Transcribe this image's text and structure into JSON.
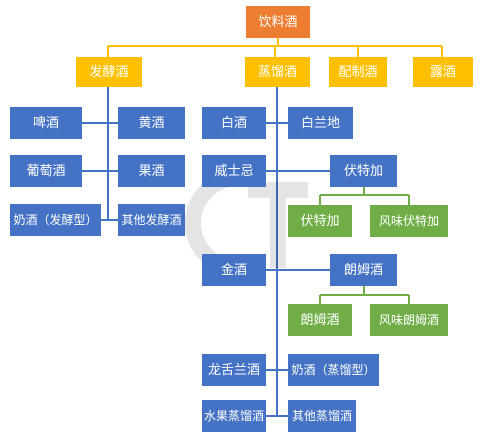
{
  "colors": {
    "root": "#ed7d31",
    "category": "#ffc000",
    "item": "#4472c4",
    "subitem": "#70ad47",
    "connector_yellow": "#ffc000",
    "connector_blue": "#4472c4",
    "connector_green": "#70ad47"
  },
  "root": {
    "label": "饮料酒"
  },
  "categories": {
    "fermented": "发酵酒",
    "distilled": "蒸馏酒",
    "blended": "配制酒",
    "dew": "露酒"
  },
  "fermented_items": {
    "beer": "啤酒",
    "yellow_wine": "黄酒",
    "grape_wine": "葡萄酒",
    "fruit_wine": "果酒",
    "milk_wine_fermented": "奶酒（发酵型）",
    "other_fermented": "其他发酵酒"
  },
  "distilled_items": {
    "baijiu": "白酒",
    "brandy": "白兰地",
    "whisky": "威士忌",
    "vodka": "伏特加",
    "gin": "金酒",
    "rum": "朗姆酒",
    "tequila": "龙舌兰酒",
    "milk_wine_distilled": "奶酒（蒸馏型）",
    "fruit_distilled": "水果蒸馏酒",
    "other_distilled": "其他蒸馏酒"
  },
  "vodka_sub": {
    "plain": "伏特加",
    "flavored": "风味伏特加"
  },
  "rum_sub": {
    "plain": "朗姆酒",
    "flavored": "风味朗姆酒"
  }
}
